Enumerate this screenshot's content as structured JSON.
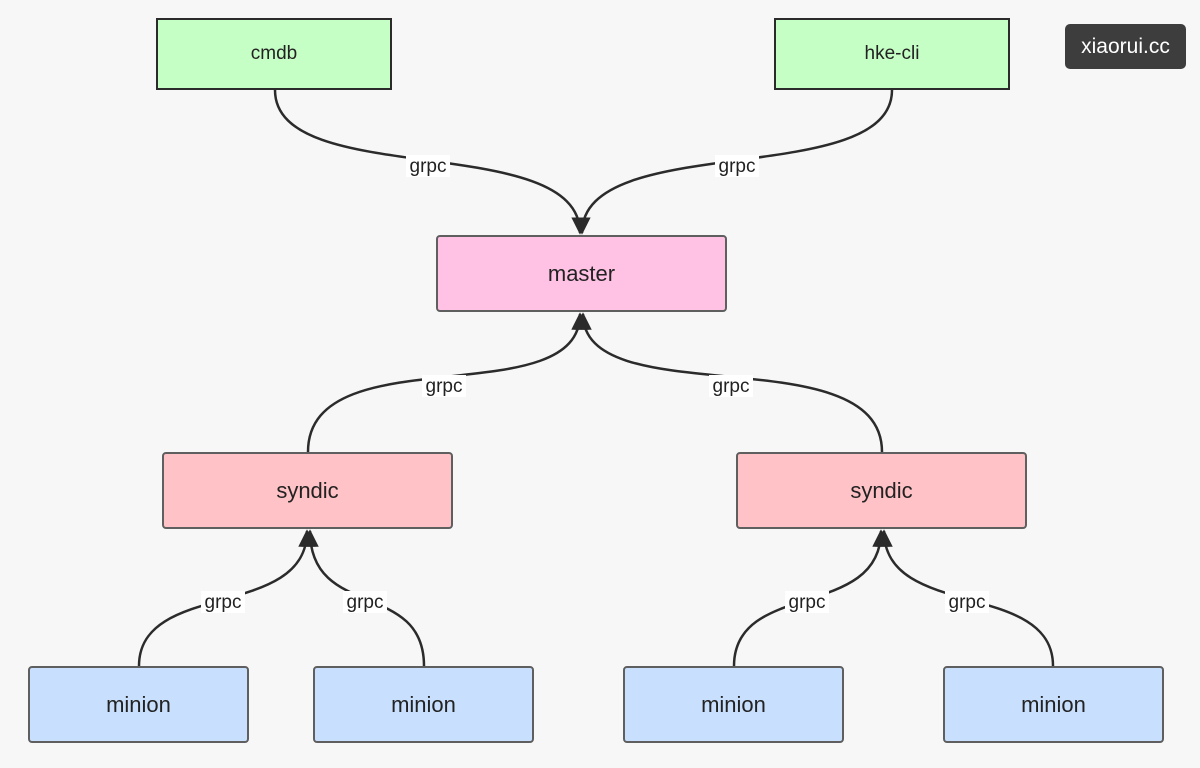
{
  "watermark": "xiaorui.cc",
  "colors": {
    "client_fill": "#c6ffc6",
    "master_fill": "#ffc2e4",
    "syndic_fill": "#ffc2c6",
    "minion_fill": "#c8e0fd",
    "edge": "#2b2b2b"
  },
  "nodes": {
    "cmdb": "cmdb",
    "hke_cli": "hke-cli",
    "master": "master",
    "syndic_left": "syndic",
    "syndic_right": "syndic",
    "minion_1": "minion",
    "minion_2": "minion",
    "minion_3": "minion",
    "minion_4": "minion"
  },
  "edges": [
    {
      "from": "cmdb",
      "to": "master",
      "label": "grpc"
    },
    {
      "from": "hke-cli",
      "to": "master",
      "label": "grpc"
    },
    {
      "from": "syndic_left",
      "to": "master",
      "label": "grpc"
    },
    {
      "from": "syndic_right",
      "to": "master",
      "label": "grpc"
    },
    {
      "from": "minion_1",
      "to": "syndic_left",
      "label": "grpc"
    },
    {
      "from": "minion_2",
      "to": "syndic_left",
      "label": "grpc"
    },
    {
      "from": "minion_3",
      "to": "syndic_right",
      "label": "grpc"
    },
    {
      "from": "minion_4",
      "to": "syndic_right",
      "label": "grpc"
    }
  ]
}
